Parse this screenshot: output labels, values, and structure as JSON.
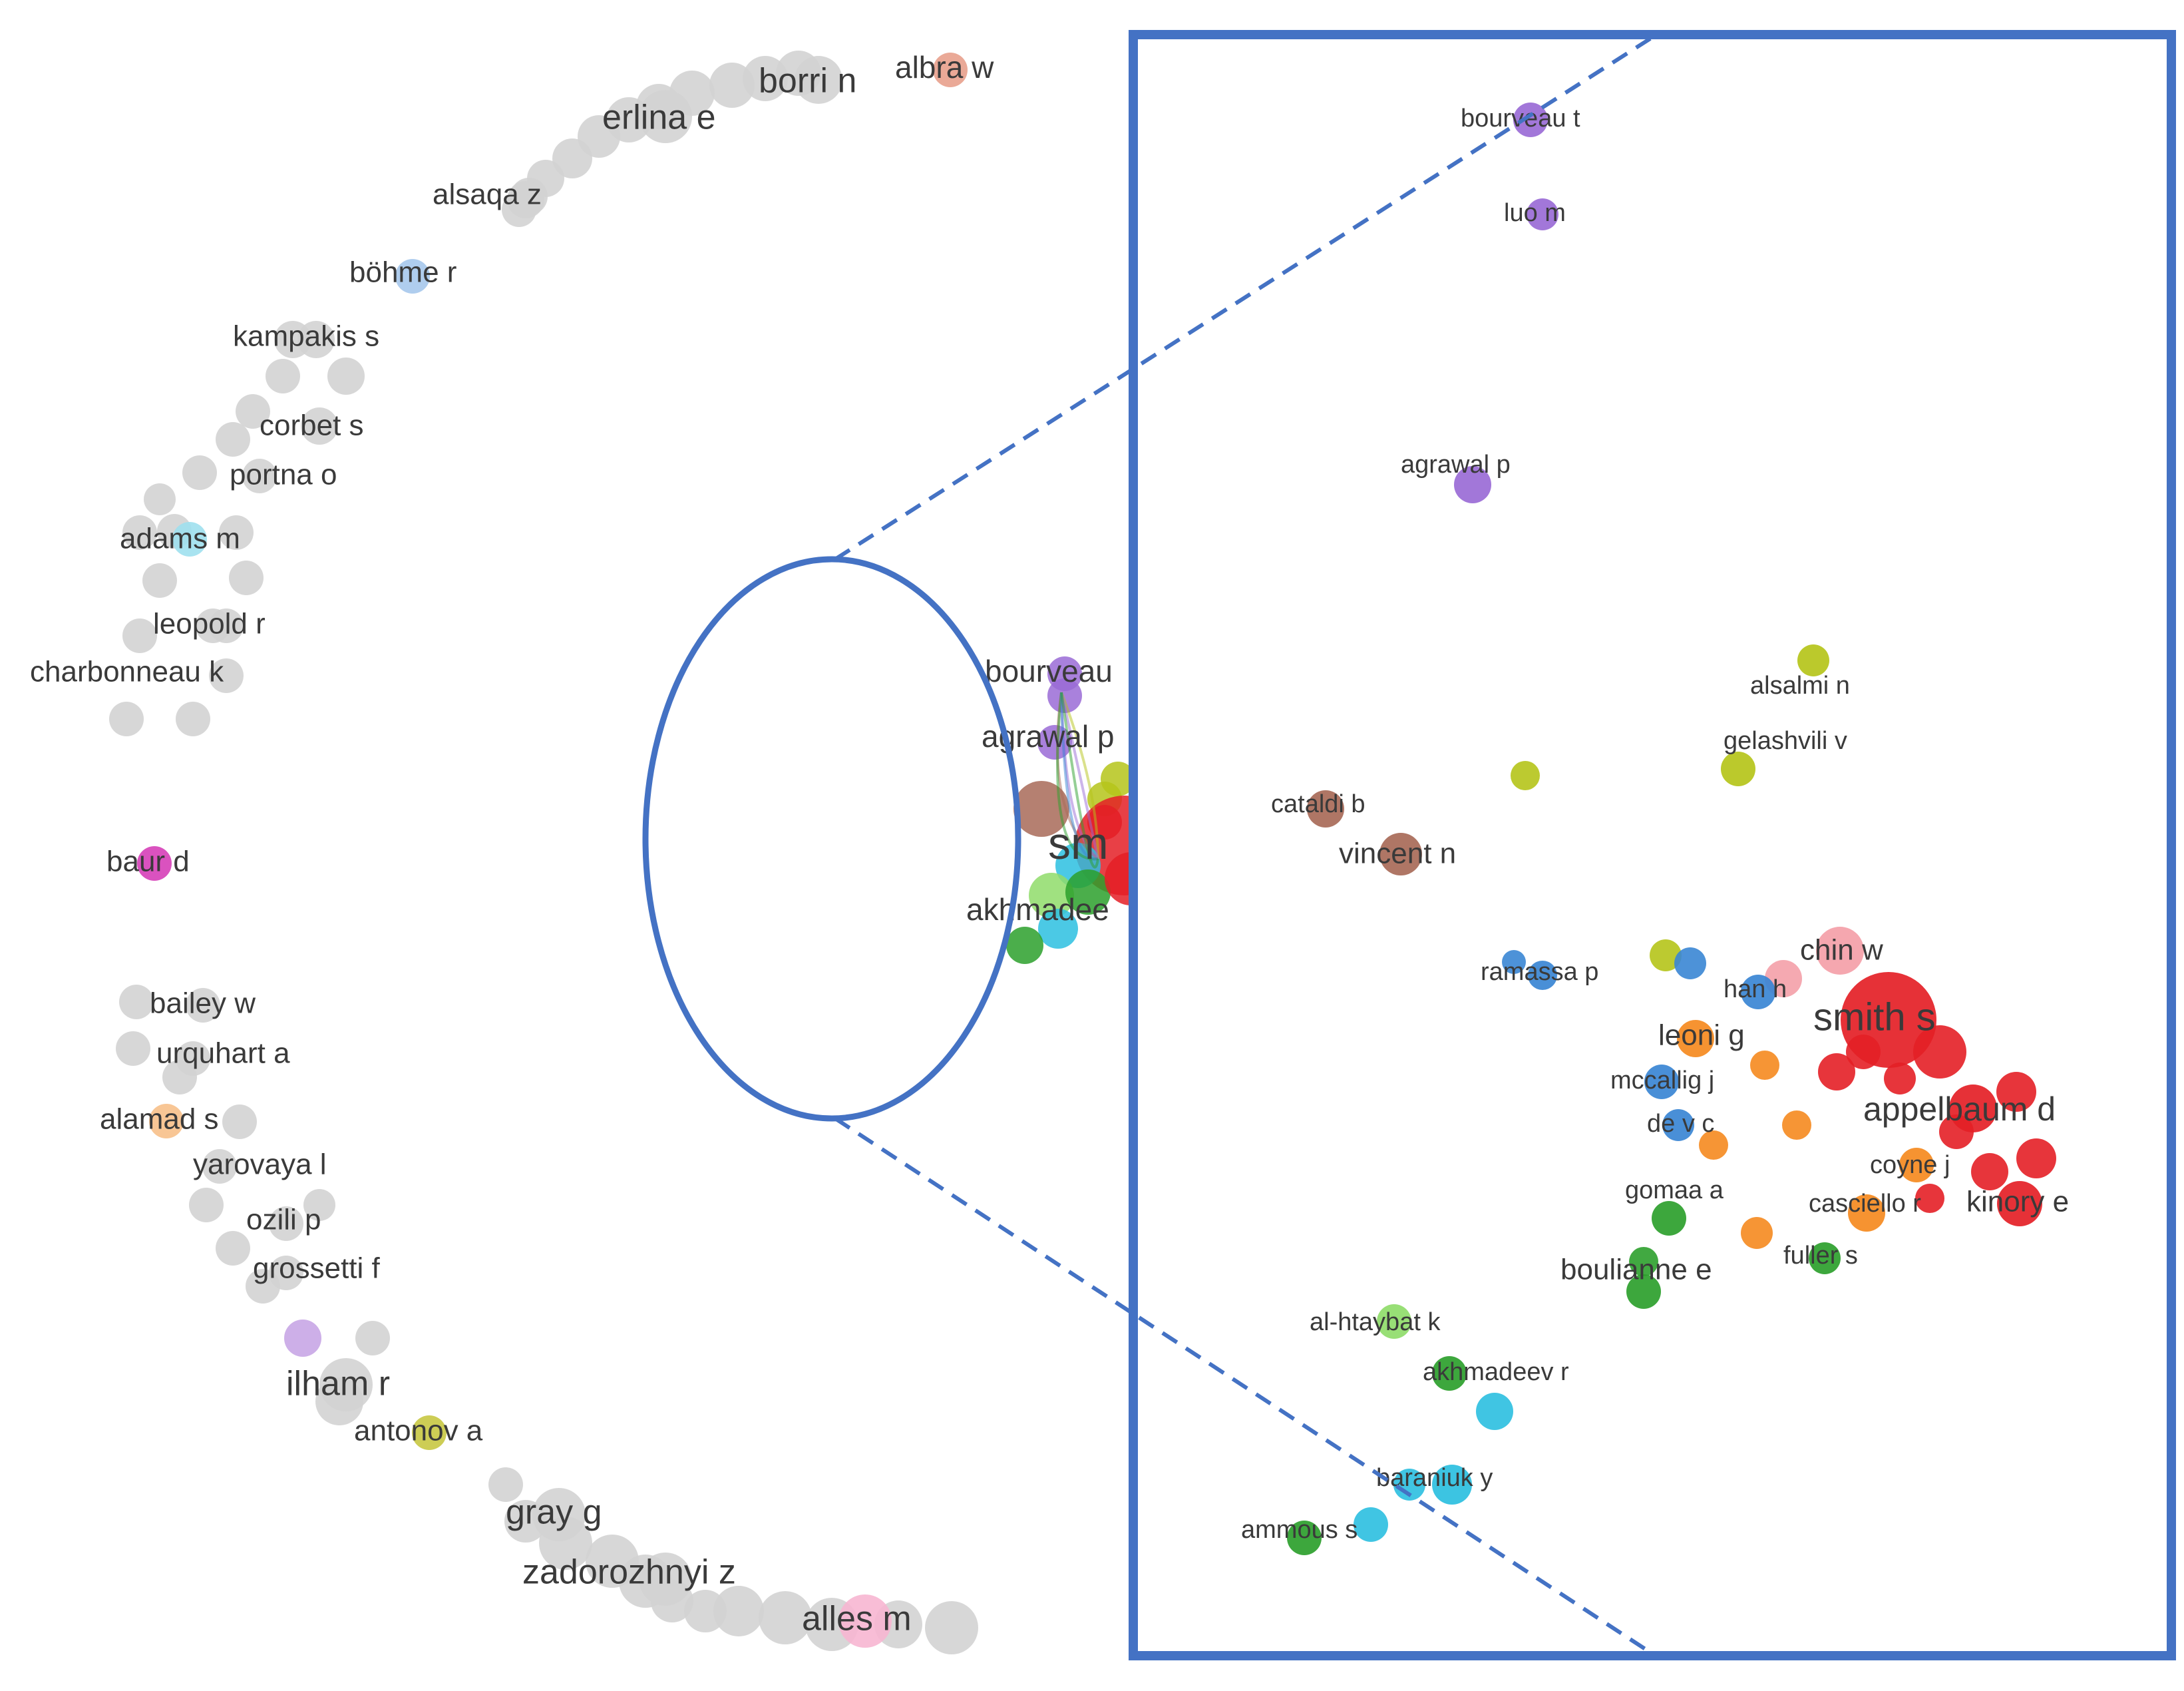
{
  "colors": {
    "frame": "#4472c4",
    "grey_node": "#d3d3d3",
    "label": "#3a3a3a",
    "clusters": {
      "red": "#e41f26",
      "green": "#2ca02c",
      "blue": "#3a86d4",
      "yellow": "#b5c41a",
      "purple": "#9a6bd6",
      "cyan": "#2bbfe0",
      "orange": "#f58a1f",
      "brown": "#a86a58",
      "pink": "#f4a0a8",
      "light_green": "#8fdc6a",
      "magenta": "#d63fb8",
      "light_purple": "#c8a6e6",
      "light_blue": "#a6c8ec",
      "olive": "#c8c842",
      "salmon": "#e8a08c",
      "light_pink": "#f7b6d2",
      "light_cyan": "#9ee0ee",
      "light_orange": "#f7c08a"
    }
  },
  "overview_labels": [
    "albra w",
    "borri n",
    "erlina e",
    "alsaqa z",
    "böhme r",
    "kampakis s",
    "corbet s",
    "portna o",
    "adams m",
    "leopold r",
    "charbonneau k",
    "baur d",
    "bailey w",
    "urquhart a",
    "alamad s",
    "yarovaya l",
    "ozili p",
    "grossetti f",
    "ilham r",
    "antonov a",
    "gray g",
    "zadorozhnyi z",
    "alles m",
    "bourveau",
    "agrawal p",
    "sm",
    "akhmadee"
  ],
  "zoom_labels": [
    "bourveau t",
    "luo m",
    "agrawal p",
    "alsalmi n",
    "gelashvili v",
    "cataldi b",
    "vincent n",
    "chin w",
    "ramassa p",
    "han h",
    "smith s",
    "leoni g",
    "mccallig j",
    "appelbaum d",
    "de v c",
    "coyne j",
    "gomaa a",
    "casciello r",
    "kinory e",
    "fuller s",
    "boulianne e",
    "al-htaybat k",
    "akhmadeev r",
    "baraniuk y",
    "ammous s"
  ]
}
